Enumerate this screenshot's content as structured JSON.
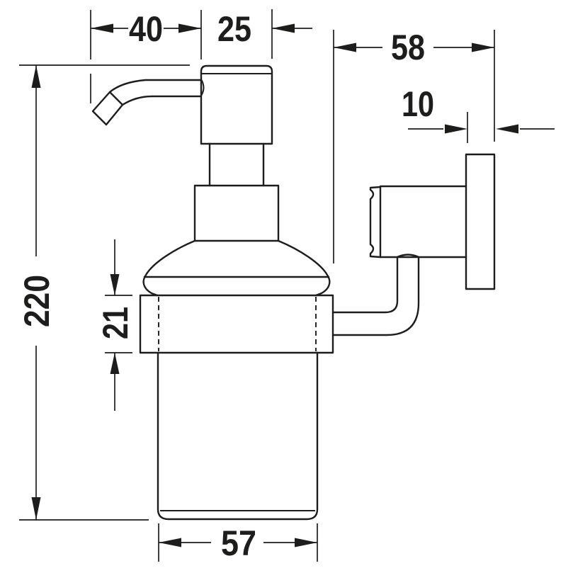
{
  "colors": {
    "line": "#1d1d1b",
    "background": "#ffffff"
  },
  "dimensions": {
    "spout_projection": "40",
    "pump_head_width": "25",
    "wall_distance": "58",
    "plate_depth": "10",
    "overall_height": "220",
    "ring_height": "21",
    "container_diameter": "57"
  }
}
